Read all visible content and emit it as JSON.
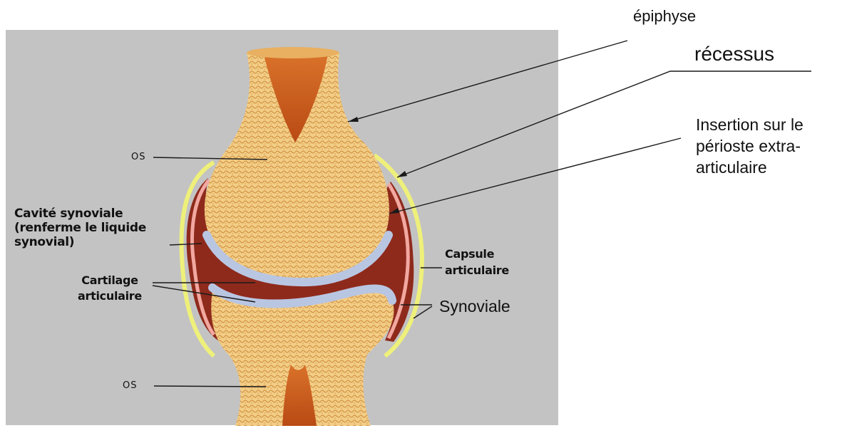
{
  "diagram": {
    "labels": {
      "epiphyse": "épiphyse",
      "recessus": "récessus",
      "insertion": "Insertion sur le périoste extra-articulaire",
      "os_top": "OS",
      "os_bottom": "OS",
      "cavite_synoviale": "Cavité synoviale (renferme le liquide synovial)",
      "cartilage_articulaire": "Cartilage articulaire",
      "capsule_articulaire": "Capsule articulaire",
      "synoviale": "Synoviale"
    },
    "colors": {
      "background_panel": "#c3c3c3",
      "bone": "#f0c778",
      "bone_pattern": "#d09040",
      "marrow": "#c85a1c",
      "synovial_cavity": "#8e2a1c",
      "cartilage": "#b9c6e2",
      "capsule": "#eef07a",
      "synovial_membrane": "#f2a8a0"
    }
  }
}
